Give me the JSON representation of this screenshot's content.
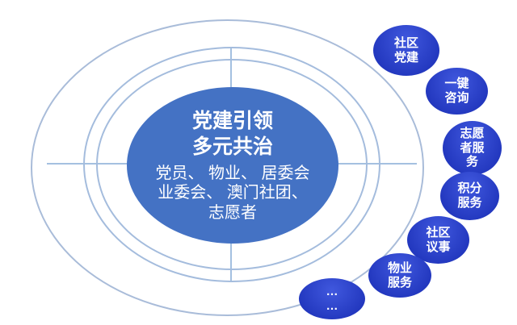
{
  "center": {
    "title_lines": [
      "党建引领",
      "多元共治"
    ],
    "body_lines": [
      "党员、 物业、 居委会",
      "业委会、 澳门社团、",
      "志愿者"
    ]
  },
  "satellites": [
    {
      "name": "community-party-building",
      "lines": [
        "社区",
        "党建"
      ]
    },
    {
      "name": "one-click-consultation",
      "lines": [
        "一键",
        "咨询"
      ]
    },
    {
      "name": "volunteer-service",
      "lines": [
        "志愿",
        "者服",
        "务"
      ]
    },
    {
      "name": "points-service",
      "lines": [
        "积分",
        "服务"
      ]
    },
    {
      "name": "community-deliberation",
      "lines": [
        "社区",
        "议事"
      ]
    },
    {
      "name": "property-service",
      "lines": [
        "物业",
        "服务"
      ]
    },
    {
      "name": "more",
      "lines": [
        "…",
        "…"
      ]
    }
  ],
  "colors": {
    "center_fill": "#4472C4",
    "satellite_fill": "#2136BD",
    "ring_stroke": "#A4BCDD",
    "outer_stroke": "#A9BCD9",
    "text": "#FFFFFF"
  }
}
